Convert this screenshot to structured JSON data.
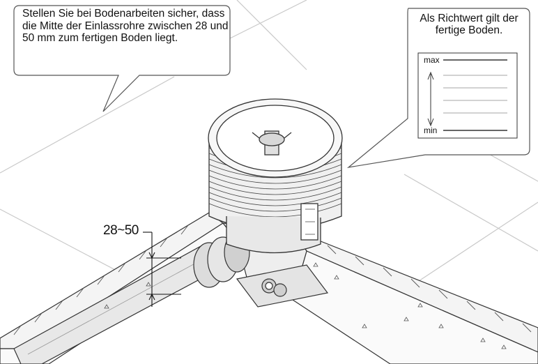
{
  "callouts": {
    "floor_instruction": "Stellen Sie bei Bodenarbeiten sicher, dass die Mitte der Einlassrohre zwischen 28 und 50 mm zum fertigen Boden liegt.",
    "reference_note": "Als Richtwert gilt der fertige Boden."
  },
  "gauge": {
    "max_label": "max",
    "min_label": "min"
  },
  "dimension": {
    "label": "28~50"
  }
}
